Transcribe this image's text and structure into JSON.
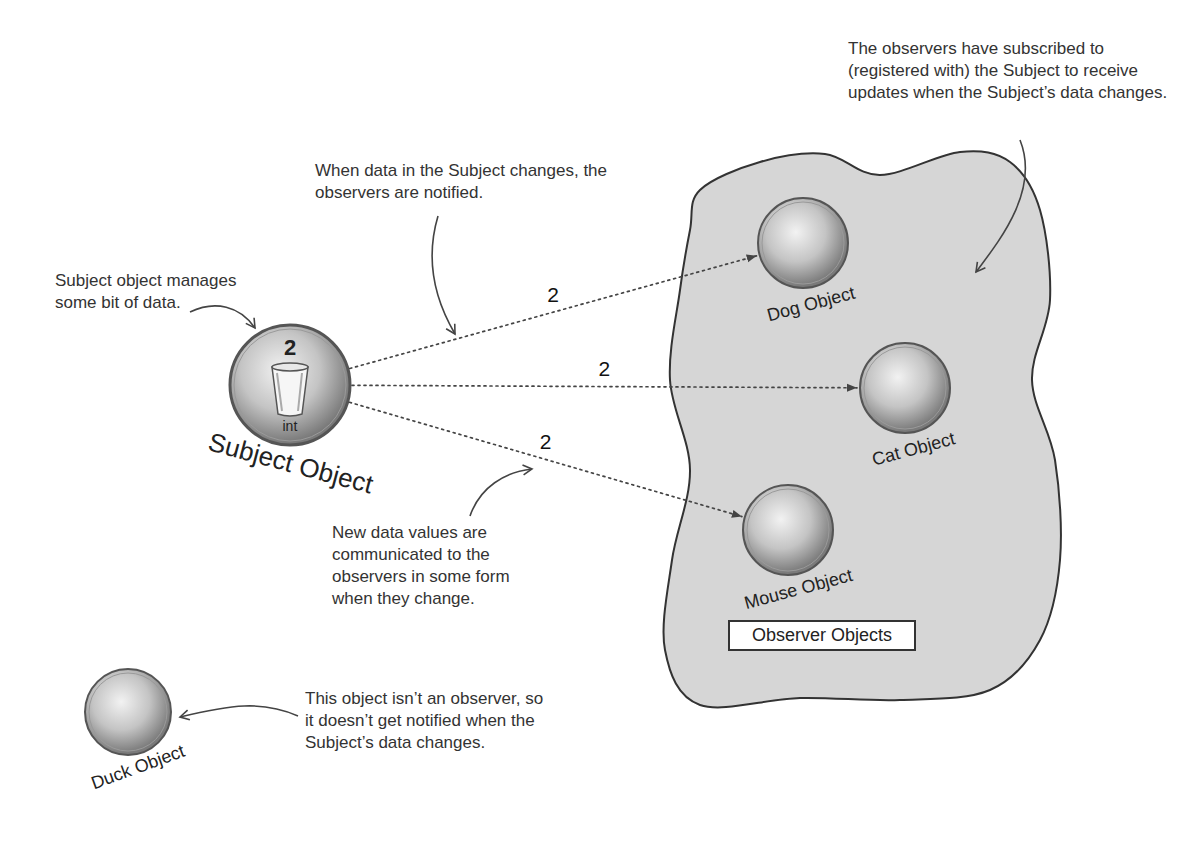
{
  "diagram": {
    "nodes": [
      {
        "text": [
          "2",
          "int",
          "Subject Object"
        ]
      },
      {
        "text": [
          "Observer Objects"
        ]
      },
      {
        "text": [
          "Dog Object"
        ],
        "in": 1
      },
      {
        "text": [
          "Cat Object"
        ],
        "in": 1
      },
      {
        "text": [
          "Mouse Object"
        ],
        "in": 1
      },
      {
        "text": [
          "Duck Object"
        ]
      }
    ],
    "edges": [
      {
        "from": 0,
        "to": 2,
        "arrow": "to",
        "label": "2"
      },
      {
        "from": 0,
        "to": 3,
        "arrow": "to",
        "label": "2"
      },
      {
        "from": 0,
        "to": 4,
        "arrow": "to",
        "label": "2"
      }
    ],
    "labels": [
      "The observers have subscribed to (registered with) the Subject to receive updates when the Subject’s data changes.",
      "When data in the Subject changes, the observers are notified.",
      "Subject object manages some bit of data.",
      "New data values are communicated to the observers in some form when they change.",
      "This object isn’t an observer, so it doesn’t get notified when the Subject’s data changes."
    ]
  }
}
